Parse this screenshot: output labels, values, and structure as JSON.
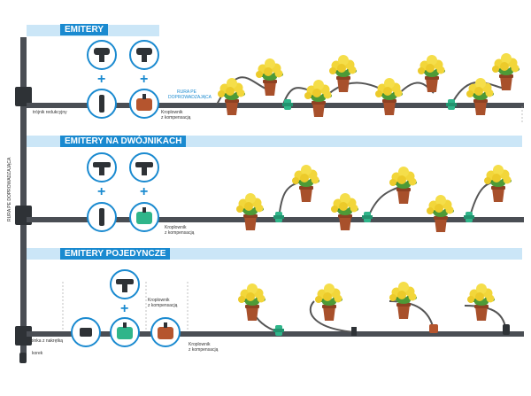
{
  "sections": [
    {
      "title": "EMITERY"
    },
    {
      "title": "EMITERY NA DWÓJNIKACH"
    },
    {
      "title": "EMITERY POJEDYNCZE"
    }
  ],
  "labels": {
    "trojnik": "trójnik redukcyjny",
    "rura_pe": "rura pe",
    "doprowadzajaca": "doprowadzająca",
    "kroplownik_1": "Kroplownik",
    "kompensacja_1": "z kompensacją",
    "kroplownik_2": "Kroplownik",
    "kompensacja_2": "z kompensacją",
    "kroplownik_3": "Kroplownik",
    "kompensacja_3": "z kompensacją",
    "kroplownik_4": "Kroplownik",
    "kompensacja_4": "z kompensacją",
    "vertical": "RURA PE DOPROWADZAJĄCA",
    "wpinka": "wpinka z nakrętką",
    "korek": "korek"
  },
  "colors": {
    "accent": "#1a8ad0",
    "band": "#cbe6f7",
    "pipe": "#4a4e54",
    "pot": "#a8502b",
    "flower": "#f2d63a",
    "leaf": "#3f8a2f",
    "dripper_green": "#2fb58a",
    "dripper_brown": "#b5552e"
  }
}
